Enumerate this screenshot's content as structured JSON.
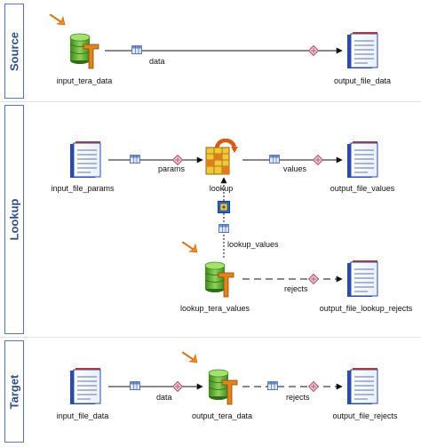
{
  "lanes": {
    "source": "Source",
    "lookup": "Lookup",
    "target": "Target"
  },
  "nodes": {
    "input_tera_data": "input_tera_data",
    "output_file_data": "output_file_data",
    "input_file_params": "input_file_params",
    "lookup": "lookup",
    "output_file_values": "output_file_values",
    "lookup_tera_values": "lookup_tera_values",
    "output_file_lookup_rejects": "output_file_lookup_rejects",
    "input_file_data": "input_file_data",
    "output_tera_data": "output_tera_data",
    "output_file_rejects": "output_file_rejects"
  },
  "flows": {
    "data_source": "data",
    "params": "params",
    "values": "values",
    "lookup_values": "lookup_values",
    "rejects_lookup": "rejects",
    "data_target": "data",
    "rejects_target": "rejects"
  },
  "colors": {
    "lane_border": "#5b78a8",
    "lane_text": "#2f4f86",
    "db_green": "#6fb63b",
    "tera_orange": "#e0841b",
    "doc_blue": "#2a4ca8",
    "flow_line": "#111111"
  }
}
